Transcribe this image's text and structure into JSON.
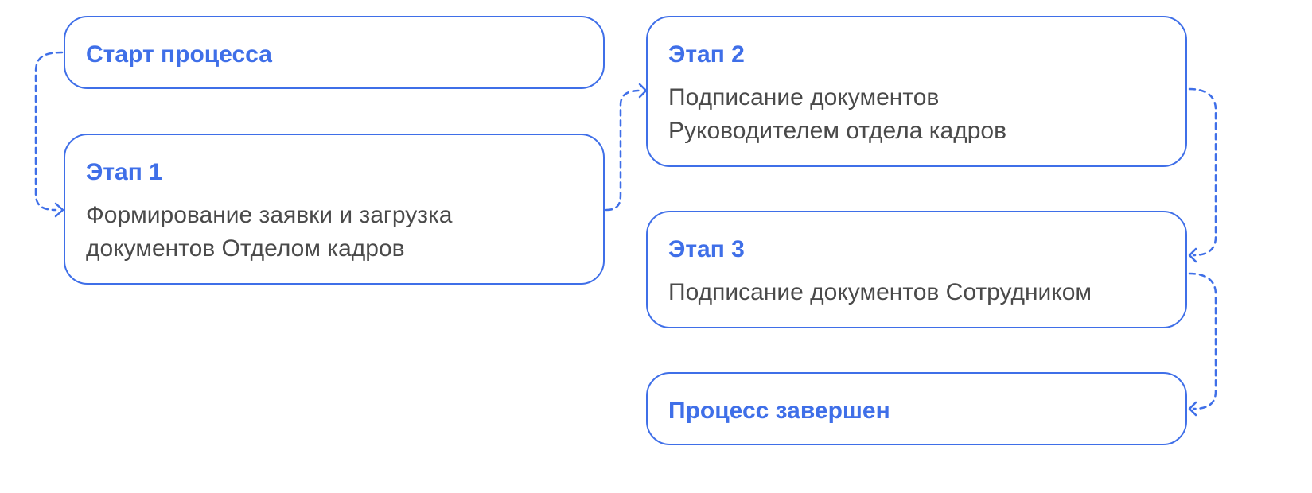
{
  "diagram": {
    "start": {
      "title": "Старт процесса"
    },
    "stage1": {
      "title": "Этап 1",
      "text_lines": [
        "Формирование заявки и загрузка",
        "документов Отделом кадров"
      ]
    },
    "stage2": {
      "title": "Этап 2",
      "text_lines": [
        "Подписание документов",
        "Руководителем отдела кадров"
      ]
    },
    "stage3": {
      "title": "Этап 3",
      "text_lines": [
        "Подписание документов Сотрудником"
      ]
    },
    "end": {
      "title": "Процесс завершен"
    }
  },
  "colors": {
    "accent": "#3F6FE8",
    "text": "#4A4A4A",
    "background": "#FFFFFF"
  }
}
